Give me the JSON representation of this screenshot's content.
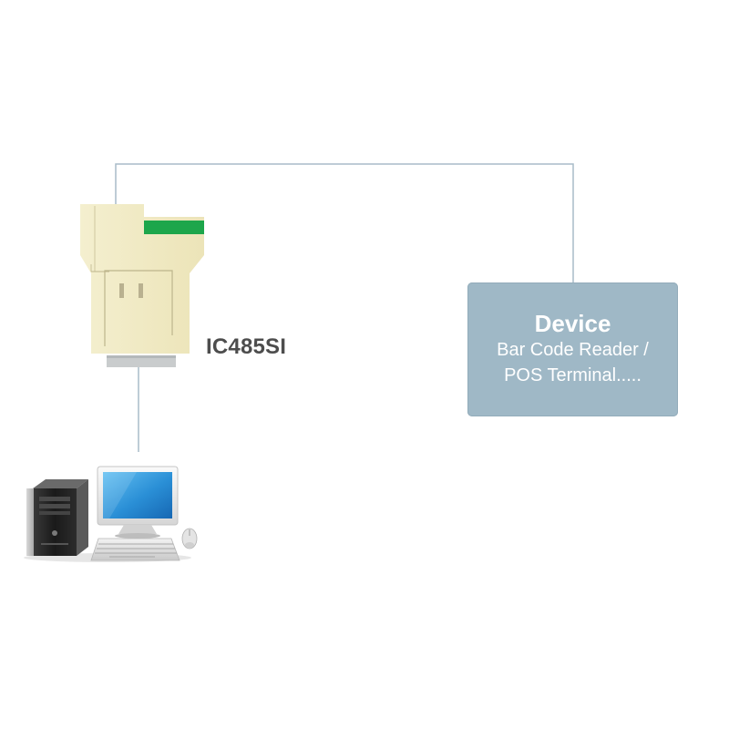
{
  "adapter": {
    "label": "IC485SI",
    "body_color": "#f1ebc4",
    "accent_color": "#1da64b",
    "connector_color": "#c9cccd"
  },
  "device": {
    "title": "Device",
    "line1": "Bar Code Reader /",
    "line2": "POS Terminal.....",
    "box_color": "#9fb8c6",
    "text_color": "#ffffff"
  },
  "connection": {
    "line_color": "#a9bcc8"
  },
  "computer": {
    "icon": "desktop-computer-icon",
    "screen_color": "#2a8fd6"
  }
}
